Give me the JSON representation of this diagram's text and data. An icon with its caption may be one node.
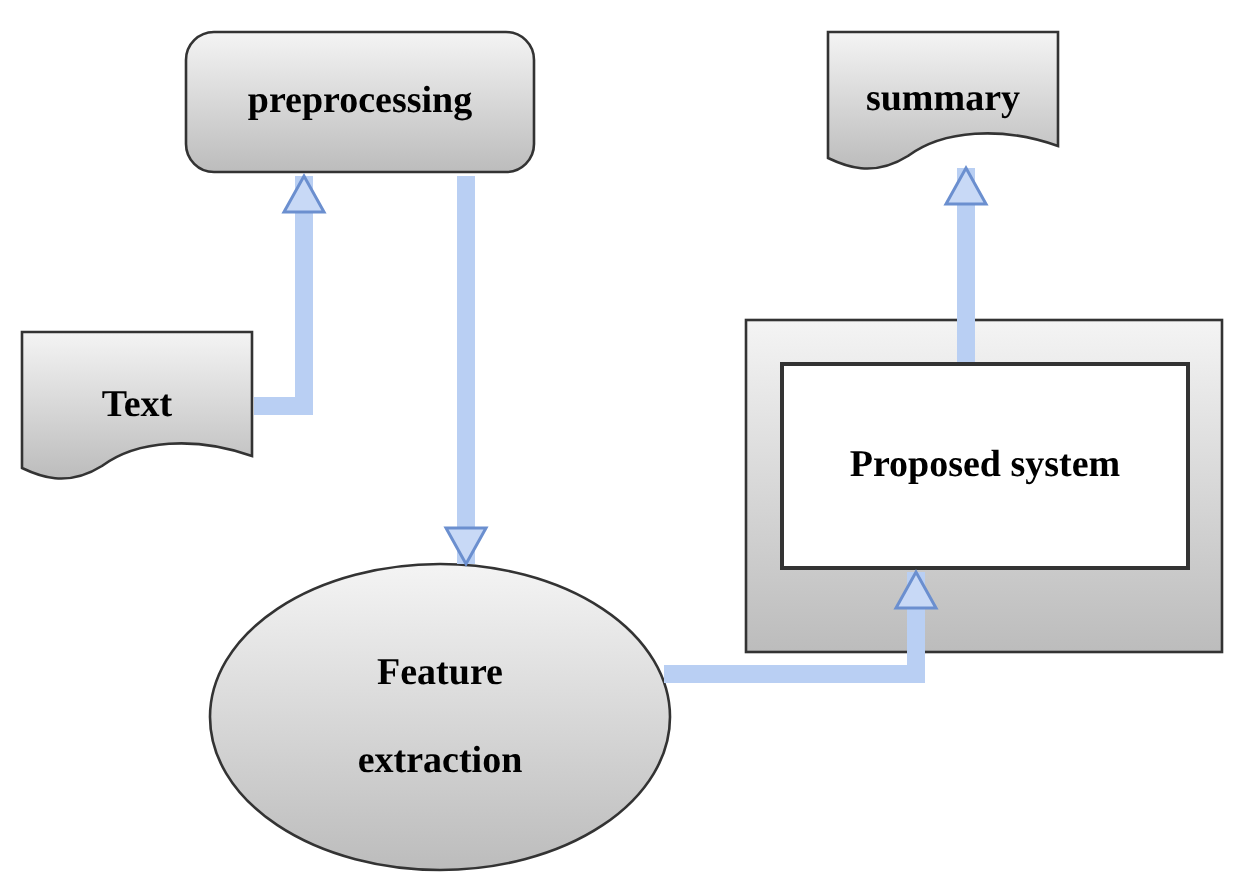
{
  "diagram": {
    "nodes": [
      {
        "text": [
          "preprocessing"
        ]
      },
      {
        "text": [
          "summary"
        ]
      },
      {
        "text": [
          "Text"
        ]
      },
      {
        "text": [],
        "shape": "box"
      },
      {
        "text": [
          "Proposed system"
        ],
        "in": 3
      },
      {
        "text": [
          "Feature extraction"
        ]
      }
    ],
    "edges": [
      {
        "from": 2,
        "to": 0,
        "arrow": "to"
      },
      {
        "from": 0,
        "to": 5,
        "arrow": "to"
      },
      {
        "from": 5,
        "to": 4,
        "arrow": "to"
      },
      {
        "from": 4,
        "to": 1,
        "arrow": "to"
      }
    ]
  }
}
